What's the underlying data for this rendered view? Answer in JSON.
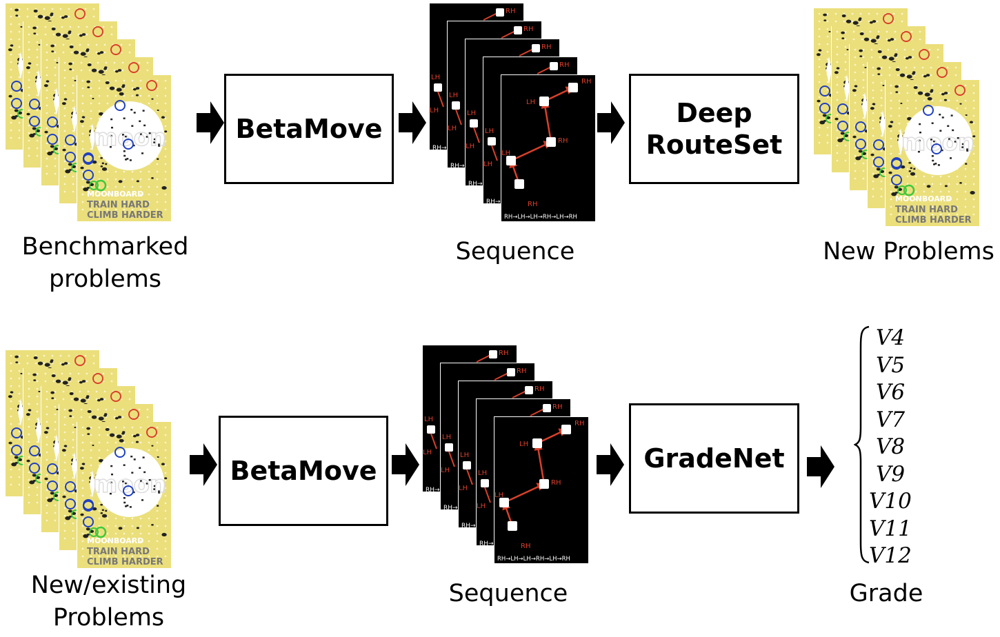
{
  "diagram_title": "",
  "top_row": {
    "input_label_line1": "Benchmarked",
    "input_label_line2": "problems",
    "stage1_label": "BetaMove",
    "sequence_label": "Sequence",
    "stage2_line1": "Deep",
    "stage2_line2": "RouteSet",
    "output_label": "New Problems"
  },
  "bottom_row": {
    "input_label_line1": "New/existing",
    "input_label_line2": "Problems",
    "stage1_label": "BetaMove",
    "sequence_label": "Sequence",
    "stage2_label": "GradeNet",
    "output_label": "Grade"
  },
  "grades": [
    "V4",
    "V5",
    "V6",
    "V7",
    "V8",
    "V9",
    "V10",
    "V11",
    "V12"
  ],
  "board_text": {
    "brand": "MOONBOARD",
    "slogan_line1": "TRAIN HARD",
    "slogan_line2": "CLIMB HARDER",
    "logo": "moon"
  },
  "sequence_card": {
    "hand_labels": [
      "LH",
      "LH",
      "LH",
      "LH",
      "LH",
      "RH",
      "RH",
      "RH",
      "RH",
      "RH"
    ],
    "footer_sequence": "RH→LH→LH→RH→LH→RH",
    "partial_footer": "RH→"
  },
  "colors": {
    "board_yellow": "#ebdf7c",
    "hold_start_green": "#3ec83e",
    "hold_middle_blue": "#1f3fbf",
    "hold_end_red": "#d9402a",
    "move_arrow_red": "#d9402a",
    "sequence_bg": "#000000"
  }
}
